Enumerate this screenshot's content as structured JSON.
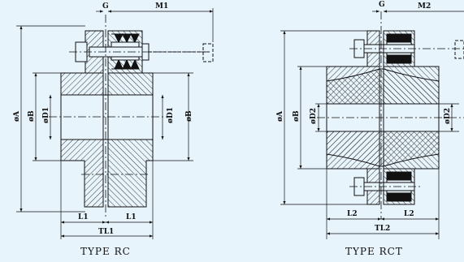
{
  "left": {
    "caption": "TYPE RC",
    "labels": {
      "G": "G",
      "M": "M1",
      "A": "øA",
      "B1": "øB",
      "D1a": "øD1",
      "D1b": "øD1",
      "B2": "øB",
      "L_left": "L1",
      "L_right": "L1",
      "TL": "TL1"
    }
  },
  "right": {
    "caption": "TYPE RCT",
    "labels": {
      "G": "G",
      "M": "M2",
      "A": "øA",
      "B1": "øB",
      "D2a": "øD2",
      "D2b": "øD2",
      "L_left": "L2",
      "L_right": "L2",
      "TL": "TL2"
    }
  },
  "colors": {
    "background": "#e8f4fb",
    "line": "#111111",
    "rubber": "#111111"
  }
}
